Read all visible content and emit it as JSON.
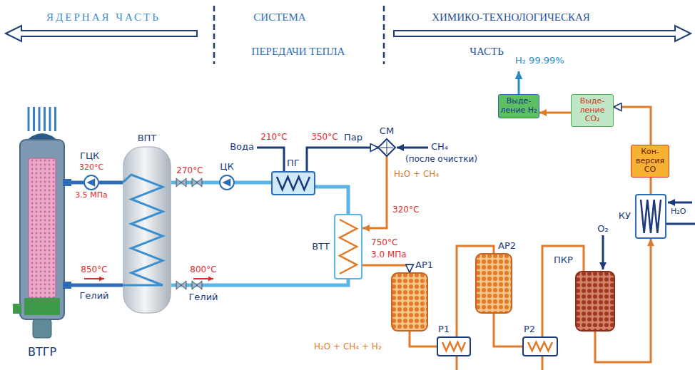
{
  "diagram": {
    "nodes": [
      {
        "text": [
          "ВТГР"
        ]
      },
      {
        "text": [
          "ГЦК"
        ]
      },
      {
        "text": [
          "ВПТ"
        ]
      },
      {
        "text": [
          "ЦК"
        ]
      },
      {
        "text": [
          "ПГ"
        ]
      },
      {
        "text": [
          "СМ"
        ]
      },
      {
        "text": [
          "ВТТ"
        ]
      },
      {
        "text": [
          "АР1"
        ]
      },
      {
        "text": [
          "Р1"
        ]
      },
      {
        "text": [
          "АР2"
        ]
      },
      {
        "text": [
          "Р2"
        ]
      },
      {
        "text": [
          "ПКР"
        ]
      },
      {
        "text": [
          "КУ"
        ]
      },
      {
        "text": [
          "Кон- версия CO"
        ]
      },
      {
        "text": [
          "Выде- ление CO₂"
        ]
      },
      {
        "text": [
          "Выде- ление H₂"
        ]
      }
    ],
    "edges": [
      {
        "from": 2,
        "to": 1,
        "arrow": "none"
      },
      {
        "from": 1,
        "to": 0,
        "arrow": "none"
      },
      {
        "from": 0,
        "to": 2,
        "arrow": "none"
      },
      {
        "from": 3,
        "to": 2,
        "arrow": "none"
      },
      {
        "from": 4,
        "to": 3,
        "arrow": "none"
      },
      {
        "from": 6,
        "to": 4,
        "arrow": "none"
      },
      {
        "from": 2,
        "to": 6,
        "arrow": "none"
      },
      {
        "from": 4,
        "to": 5,
        "arrow": "to"
      },
      {
        "from": 5,
        "to": 6,
        "arrow": "to"
      },
      {
        "from": 6,
        "to": 7,
        "arrow": "to"
      },
      {
        "from": 7,
        "to": 8,
        "arrow": "none"
      },
      {
        "from": 8,
        "to": 9,
        "arrow": "none"
      },
      {
        "from": 9,
        "to": 10,
        "arrow": "none"
      },
      {
        "from": 10,
        "to": 11,
        "arrow": "none"
      },
      {
        "from": 11,
        "to": 12,
        "arrow": "to"
      },
      {
        "from": 12,
        "to": 13,
        "arrow": "none"
      },
      {
        "from": 13,
        "to": 14,
        "arrow": "to"
      },
      {
        "from": 14,
        "to": 15,
        "arrow": "to"
      }
    ],
    "labels": [
      "ЯДЕРНАЯ ЧАСТЬ",
      "СИСТЕМА",
      "ПЕРЕДАЧИ ТЕПЛА",
      "ХИМИКО-ТЕХНОЛОГИЧЕСКАЯ",
      "ЧАСТЬ",
      "H₂ 99.99%",
      "Вода",
      "210°С",
      "350°С",
      "Пар",
      "CH₄",
      "(после очистки)",
      "H₂O + CH₄",
      "320°С",
      "3.5 МПа",
      "270°С",
      "320°С",
      "750°С",
      "3.0 МПа",
      "850°С",
      "Гелий",
      "800°С",
      "Гелий",
      "O₂",
      "H₂O",
      "H₂O + CH₄ + H₂"
    ]
  }
}
